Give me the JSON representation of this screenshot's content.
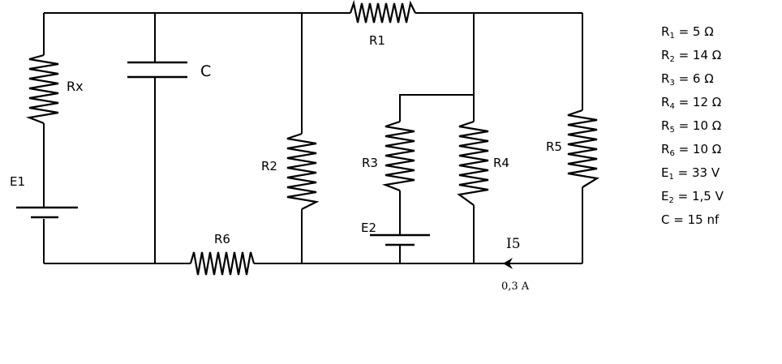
{
  "labels": {
    "rx": "Rx",
    "c": "C",
    "r1": "R1",
    "r2": "R2",
    "r3": "R3",
    "r4": "R4",
    "r5": "R5",
    "r6": "R6",
    "e1": "E1",
    "e2": "E2",
    "i5": "I5",
    "current": "0,3 A"
  },
  "values": [
    {
      "sym": "R",
      "sub": "1",
      "text": "=  5  Ω"
    },
    {
      "sym": "R",
      "sub": "2",
      "text": "= 14 Ω"
    },
    {
      "sym": "R",
      "sub": "3",
      "text": "=  6  Ω"
    },
    {
      "sym": "R",
      "sub": "4",
      "text": "= 12 Ω"
    },
    {
      "sym": "R",
      "sub": "5",
      "text": "= 10 Ω"
    },
    {
      "sym": "R",
      "sub": "6",
      "text": "= 10 Ω"
    },
    {
      "sym": "E",
      "sub": "1",
      "text": " =   33 V"
    },
    {
      "sym": "E",
      "sub": "2",
      "text": " = 1,5  V"
    },
    {
      "sym": "C",
      "sub": "",
      "text": "=  15 nf"
    }
  ]
}
